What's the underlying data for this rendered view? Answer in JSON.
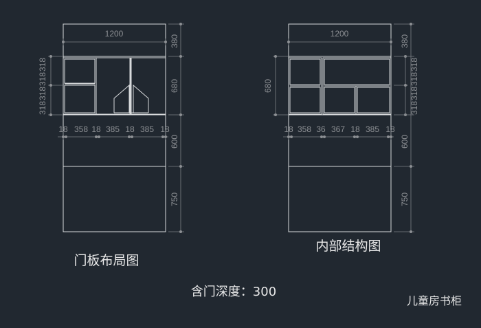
{
  "drawing": {
    "left_elevation": {
      "width_label": "1200",
      "height_labels": [
        "380",
        "680",
        "600",
        "750"
      ],
      "left_labels": [
        "318",
        "318",
        "318",
        "318"
      ],
      "bottom_labels": [
        "18",
        "358",
        "18",
        "385",
        "18",
        "385",
        "18"
      ],
      "caption": "门板布局图"
    },
    "right_elevation": {
      "width_label": "1200",
      "height_labels": [
        "380",
        "680",
        "600",
        "750"
      ],
      "left_label": "680",
      "right_labels": [
        "318",
        "318",
        "318",
        "318"
      ],
      "bottom_labels": [
        "18",
        "358",
        "36",
        "367",
        "18",
        "385",
        "18"
      ],
      "caption": "内部结构图"
    },
    "depth_note": "含门深度：300",
    "drawing_title": "儿童房书柜"
  }
}
